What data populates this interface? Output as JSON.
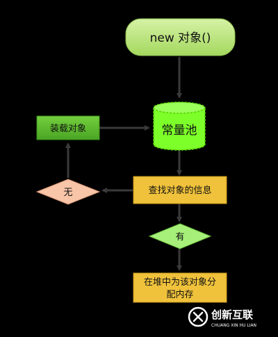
{
  "nodes": {
    "start": {
      "label": "new 对象()"
    },
    "pool": {
      "label": "常量池"
    },
    "load": {
      "label": "装载对象"
    },
    "find": {
      "label": "查找对象的信息"
    },
    "no": {
      "label": "无"
    },
    "yes": {
      "label": "有"
    },
    "alloc": {
      "line1": "在堆中为该对象分",
      "line2": "配内存"
    }
  },
  "watermark": {
    "name": "创新互联",
    "subtitle": "CHUANG XIN HU LIAN"
  },
  "colors": {
    "background": "#000000",
    "start_fill": "#b7e37a",
    "pool_fill": "#7dff2a",
    "load_fill": "#5cb82e",
    "find_fill": "#f0c23b",
    "no_fill": "#f8c5a8",
    "yes_fill": "#a6f07a",
    "alloc_fill": "#f0c23b",
    "arrow": "#3a3a3a"
  }
}
